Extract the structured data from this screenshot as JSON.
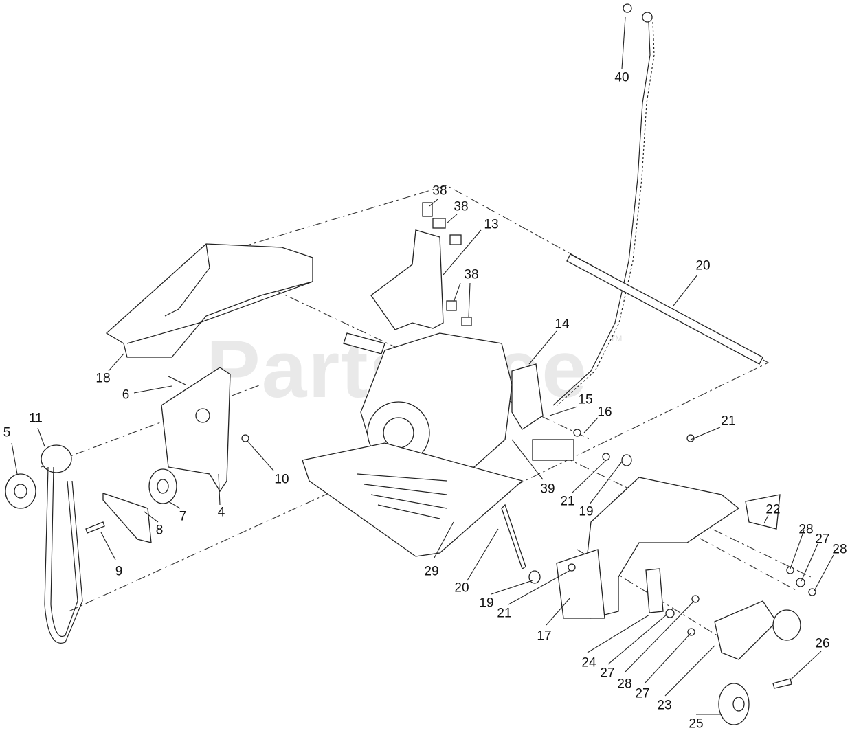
{
  "watermark": {
    "brand": "PartsTree",
    "tm": "TM"
  },
  "callouts": [
    {
      "id": "40",
      "text": "40"
    },
    {
      "id": "38a",
      "text": "38"
    },
    {
      "id": "38b",
      "text": "38"
    },
    {
      "id": "13",
      "text": "13"
    },
    {
      "id": "38c",
      "text": "38"
    },
    {
      "id": "20a",
      "text": "20"
    },
    {
      "id": "14",
      "text": "14"
    },
    {
      "id": "18",
      "text": "18"
    },
    {
      "id": "6",
      "text": "6"
    },
    {
      "id": "15",
      "text": "15"
    },
    {
      "id": "16",
      "text": "16"
    },
    {
      "id": "21a",
      "text": "21"
    },
    {
      "id": "11",
      "text": "11"
    },
    {
      "id": "5",
      "text": "5"
    },
    {
      "id": "10",
      "text": "10"
    },
    {
      "id": "39",
      "text": "39"
    },
    {
      "id": "21b",
      "text": "21"
    },
    {
      "id": "19a",
      "text": "19"
    },
    {
      "id": "22",
      "text": "22"
    },
    {
      "id": "4",
      "text": "4"
    },
    {
      "id": "7",
      "text": "7"
    },
    {
      "id": "8",
      "text": "8"
    },
    {
      "id": "28a",
      "text": "28"
    },
    {
      "id": "27a",
      "text": "27"
    },
    {
      "id": "28b",
      "text": "28"
    },
    {
      "id": "9",
      "text": "9"
    },
    {
      "id": "29",
      "text": "29"
    },
    {
      "id": "20b",
      "text": "20"
    },
    {
      "id": "19b",
      "text": "19"
    },
    {
      "id": "21c",
      "text": "21"
    },
    {
      "id": "17",
      "text": "17"
    },
    {
      "id": "26",
      "text": "26"
    },
    {
      "id": "24",
      "text": "24"
    },
    {
      "id": "27b",
      "text": "27"
    },
    {
      "id": "28c",
      "text": "28"
    },
    {
      "id": "27c",
      "text": "27"
    },
    {
      "id": "23",
      "text": "23"
    },
    {
      "id": "25",
      "text": "25"
    }
  ]
}
